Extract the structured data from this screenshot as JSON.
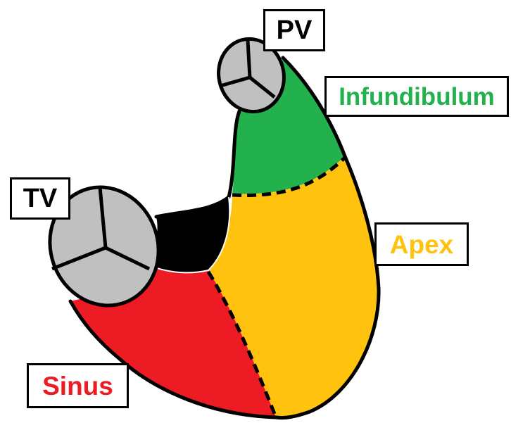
{
  "labels": {
    "pv": "PV",
    "infundibulum": "Infundibulum",
    "tv": "TV",
    "apex": "Apex",
    "sinus": "Sinus"
  },
  "colors": {
    "valve": "#c0c0c0",
    "infundibulum": "#22b14c",
    "apex": "#ffc20e",
    "sinus": "#ed1c24",
    "cavity": "#000000",
    "outline": "#000000",
    "label_text_default": "#000000",
    "label_text_infundibulum": "#22b14c",
    "label_text_apex": "#ffc20e",
    "label_text_sinus": "#ed1c24"
  }
}
